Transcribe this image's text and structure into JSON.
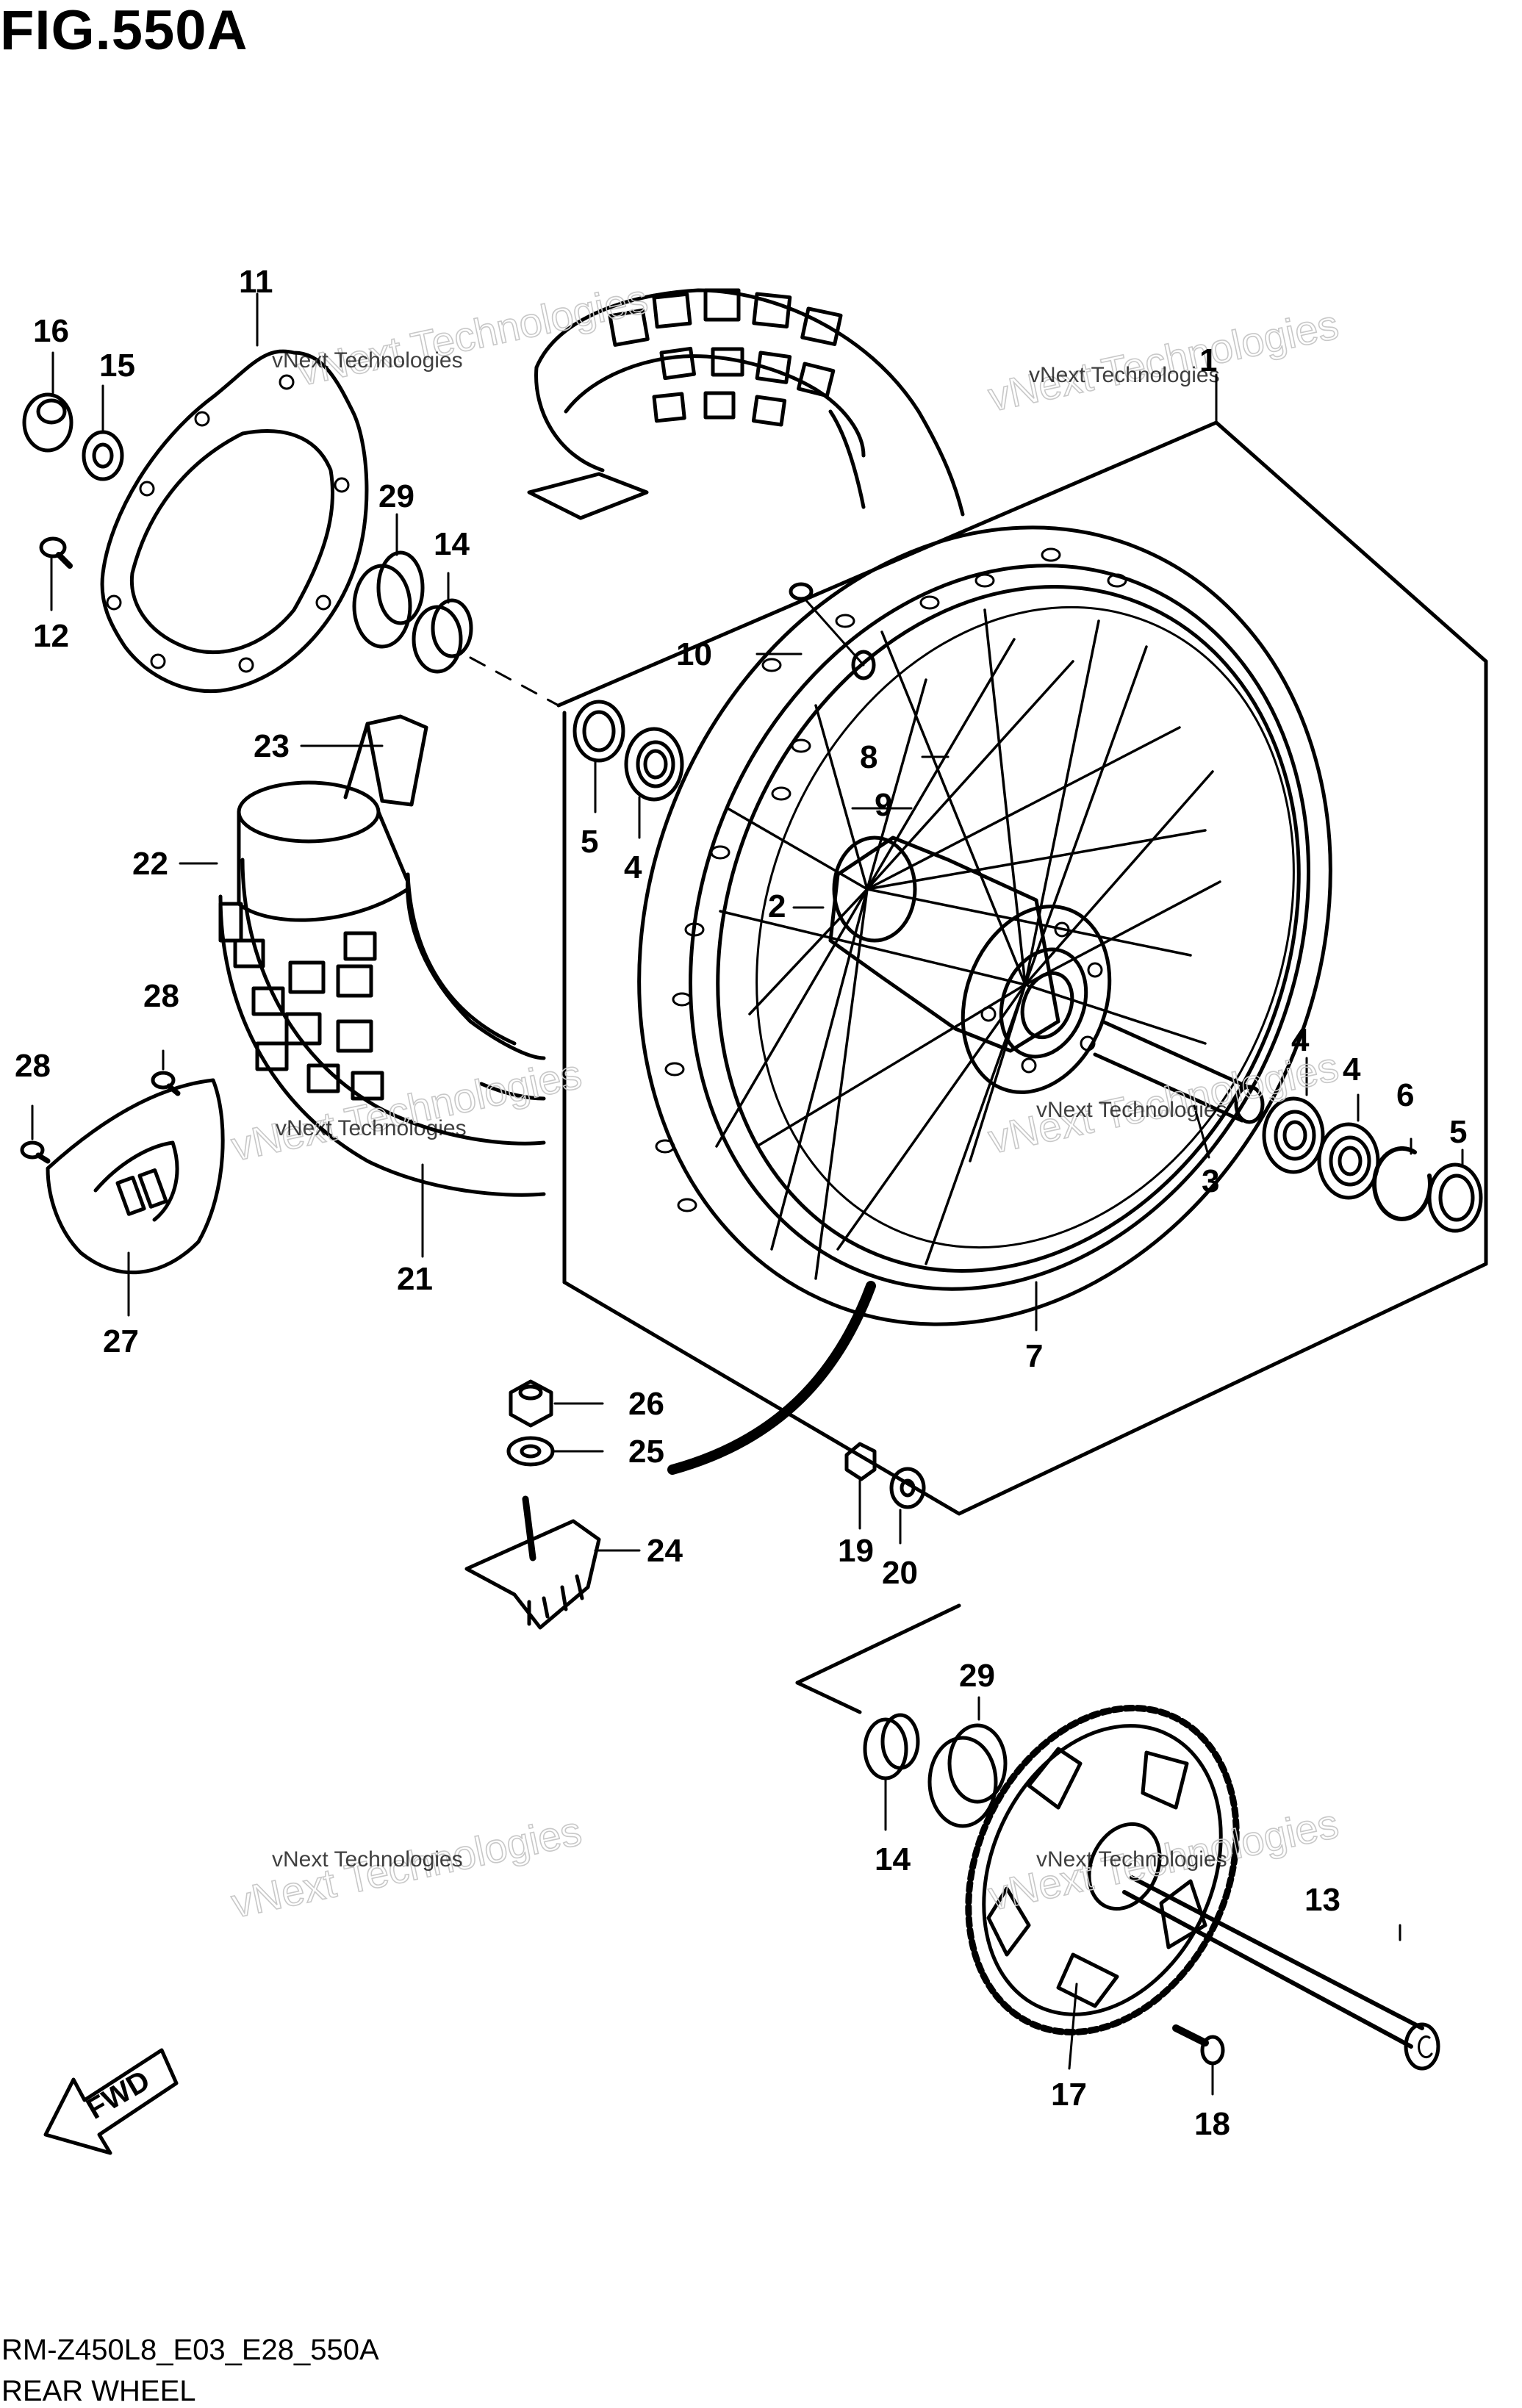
{
  "figure": {
    "title": "FIG.550A"
  },
  "footer": {
    "code": "RM-Z450L8_E03_E28_550A",
    "name": "REAR WHEEL"
  },
  "watermark": {
    "line1": "vNext Technologies",
    "line2": "vNext Technologies"
  },
  "fwd_label": "FWD",
  "callouts": [
    "1",
    "2",
    "3",
    "4",
    "4",
    "4",
    "5",
    "5",
    "6",
    "7",
    "8",
    "9",
    "10",
    "11",
    "12",
    "13",
    "14",
    "14",
    "15",
    "16",
    "17",
    "18",
    "19",
    "20",
    "21",
    "22",
    "23",
    "24",
    "25",
    "26",
    "27",
    "28",
    "28",
    "29",
    "29"
  ]
}
